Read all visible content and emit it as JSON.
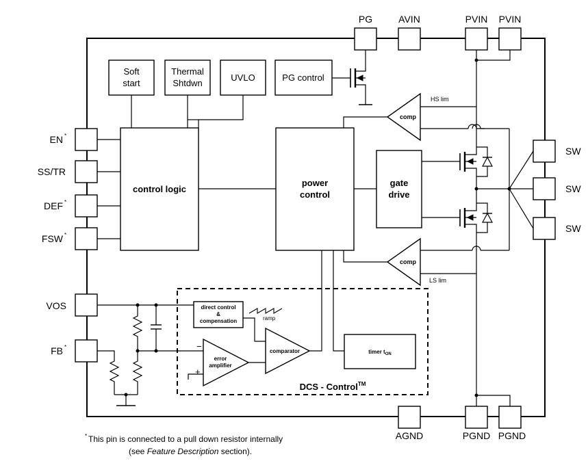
{
  "pins": {
    "pg": "PG",
    "avin": "AVIN",
    "pvin1": "PVIN",
    "pvin2": "PVIN",
    "en": "EN",
    "en_mark": "*",
    "sstr": "SS/TR",
    "def": "DEF",
    "def_mark": "*",
    "fsw": "FSW",
    "fsw_mark": "*",
    "vos": "VOS",
    "fb": "FB",
    "fb_mark": "*",
    "sw1": "SW",
    "sw2": "SW",
    "sw3": "SW",
    "agnd": "AGND",
    "pgnd1": "PGND",
    "pgnd2": "PGND"
  },
  "blocks": {
    "soft_start_l1": "Soft",
    "soft_start_l2": "start",
    "thermal_l1": "Thermal",
    "thermal_l2": "Shtdwn",
    "uvlo": "UVLO",
    "pg_control": "PG control",
    "control_logic": "control logic",
    "power_control_l1": "power",
    "power_control_l2": "control",
    "gate_drive_l1": "gate",
    "gate_drive_l2": "drive",
    "comp_hs": "comp",
    "hs_lim": "HS lim",
    "comp_ls": "comp",
    "ls_lim": "LS lim",
    "direct_control_l1": "direct control",
    "direct_control_l2": "&",
    "direct_control_l3": "compensation",
    "ramp": "ramp",
    "comparator": "comparator",
    "error_amp_l1": "error",
    "error_amp_l2": "amplifier",
    "minus": "−",
    "plus": "+",
    "timer": "timer t",
    "timer_sub": "ON",
    "dcs": "DCS - Control",
    "dcs_tm": "TM"
  },
  "footnote": {
    "star": "*",
    "line1": " This pin is connected to a pull down resistor internally",
    "line2_pre": "(see ",
    "line2_em": "Feature Description",
    "line2_post": " section)."
  }
}
